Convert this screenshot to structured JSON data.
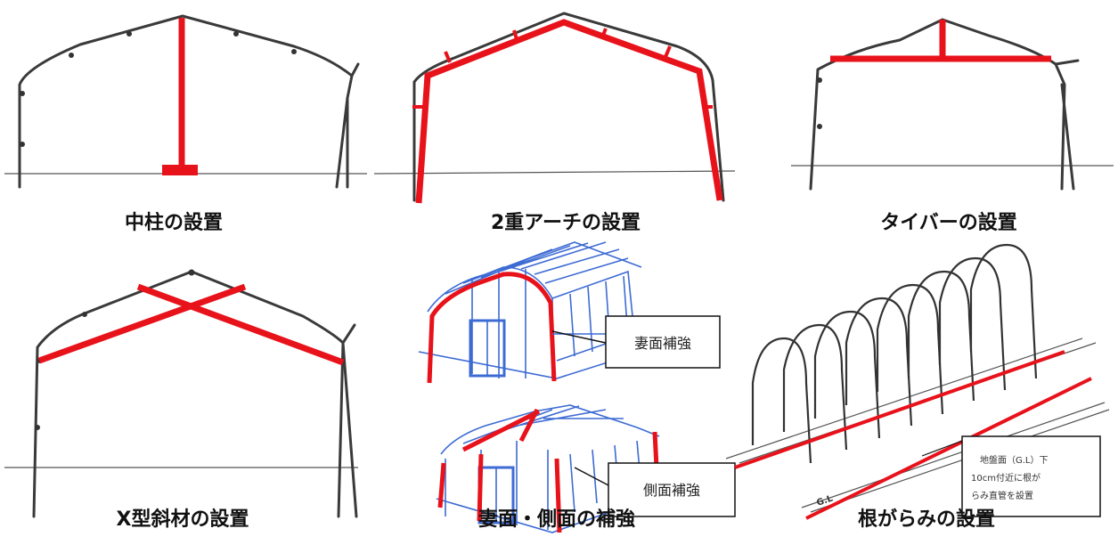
{
  "panels": [
    {
      "id": "center-pillar",
      "caption": "中柱の設置"
    },
    {
      "id": "double-arch",
      "caption": "2重アーチの設置"
    },
    {
      "id": "tie-bar",
      "caption": "タイバーの設置"
    },
    {
      "id": "x-brace",
      "caption": "X型斜材の設置"
    },
    {
      "id": "end-side",
      "caption": "妻面・側面の補強"
    },
    {
      "id": "root-binding",
      "caption": "根がらみの設置"
    }
  ],
  "callouts": {
    "end_face": "妻面補強",
    "side_face": "側面補強",
    "ground_note_line1": "地盤面（G.L）下",
    "ground_note_line2": "10cm付近に根が",
    "ground_note_line3": "らみ直管を設置",
    "gl_label": "G.L"
  },
  "colors": {
    "reinforcement": "#e8121b",
    "frame": "#3a3a3a",
    "blueprint": "#3d6bd4"
  }
}
